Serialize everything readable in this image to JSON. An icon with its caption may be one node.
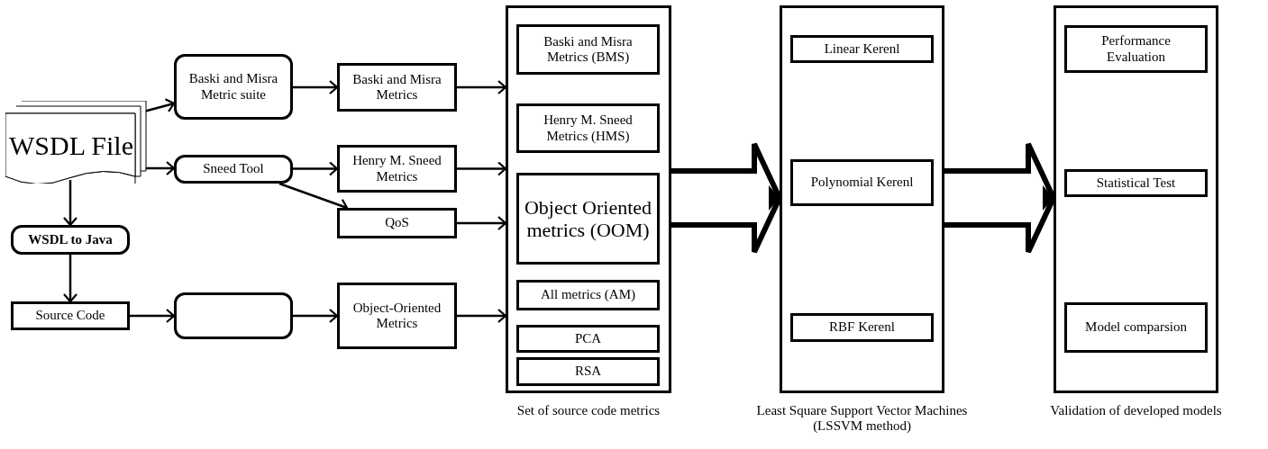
{
  "diagram": {
    "nodes": [
      {
        "text": [
          "WSDL File"
        ]
      },
      {
        "text": [
          "Baski and Misra Metric suite"
        ]
      },
      {
        "text": [
          "Sneed Tool"
        ]
      },
      {
        "text": [
          "WSDL to Java"
        ]
      },
      {
        "text": [
          "Source Code"
        ]
      },
      {
        "text": [],
        "shape": "box"
      },
      {
        "text": [
          "Baski and Misra Metrics"
        ]
      },
      {
        "text": [
          "Henry M. Sneed Metrics"
        ]
      },
      {
        "text": [
          "QoS"
        ]
      },
      {
        "text": [
          "Object-Oriented Metrics"
        ]
      },
      {
        "text": [],
        "shape": "box",
        "beside": [
          "Set of source code metrics"
        ]
      },
      {
        "text": [
          "Baski and Misra Metrics (BMS)"
        ],
        "in": 10
      },
      {
        "text": [
          "Henry M. Sneed Metrics (HMS)"
        ],
        "in": 10
      },
      {
        "text": [
          "Object Oriented metrics (OOM)"
        ],
        "in": 10
      },
      {
        "text": [
          "All metrics (AM)"
        ],
        "in": 10
      },
      {
        "text": [
          "PCA"
        ],
        "in": 10
      },
      {
        "text": [
          "RSA"
        ],
        "in": 10
      },
      {
        "text": [],
        "shape": "box",
        "beside": [
          "Least Square Support Vector Machines (LSSVM method)"
        ]
      },
      {
        "text": [
          "Linear Kerenl"
        ],
        "in": 17
      },
      {
        "text": [
          "Polynomial Kerenl"
        ],
        "in": 17
      },
      {
        "text": [
          "RBF Kerenl"
        ],
        "in": 17
      },
      {
        "text": [],
        "shape": "box",
        "beside": [
          "Validation of developed models"
        ]
      },
      {
        "text": [
          "Performance Evaluation"
        ],
        "in": 21
      },
      {
        "text": [
          "Statistical Test"
        ],
        "in": 21
      },
      {
        "text": [
          "Model comparsion"
        ],
        "in": 21
      }
    ],
    "edges": [
      {
        "from": 0,
        "to": 1,
        "arrow": "to"
      },
      {
        "from": 0,
        "to": 2,
        "arrow": "to"
      },
      {
        "from": 0,
        "to": 3,
        "arrow": "to"
      },
      {
        "from": 3,
        "to": 4,
        "arrow": "to"
      },
      {
        "from": 4,
        "to": 5,
        "arrow": "to"
      },
      {
        "from": 1,
        "to": 6,
        "arrow": "to"
      },
      {
        "from": 2,
        "to": 7,
        "arrow": "to"
      },
      {
        "from": 2,
        "to": 8,
        "arrow": "to"
      },
      {
        "from": 5,
        "to": 9,
        "arrow": "to"
      },
      {
        "from": 6,
        "to": 10,
        "arrow": "to"
      },
      {
        "from": 7,
        "to": 10,
        "arrow": "to"
      },
      {
        "from": 8,
        "to": 10,
        "arrow": "to"
      },
      {
        "from": 9,
        "to": 10,
        "arrow": "to"
      },
      {
        "from": 10,
        "to": 17,
        "arrow": "to",
        "style": "thick"
      },
      {
        "from": 17,
        "to": 21,
        "arrow": "to",
        "style": "thick"
      }
    ]
  }
}
